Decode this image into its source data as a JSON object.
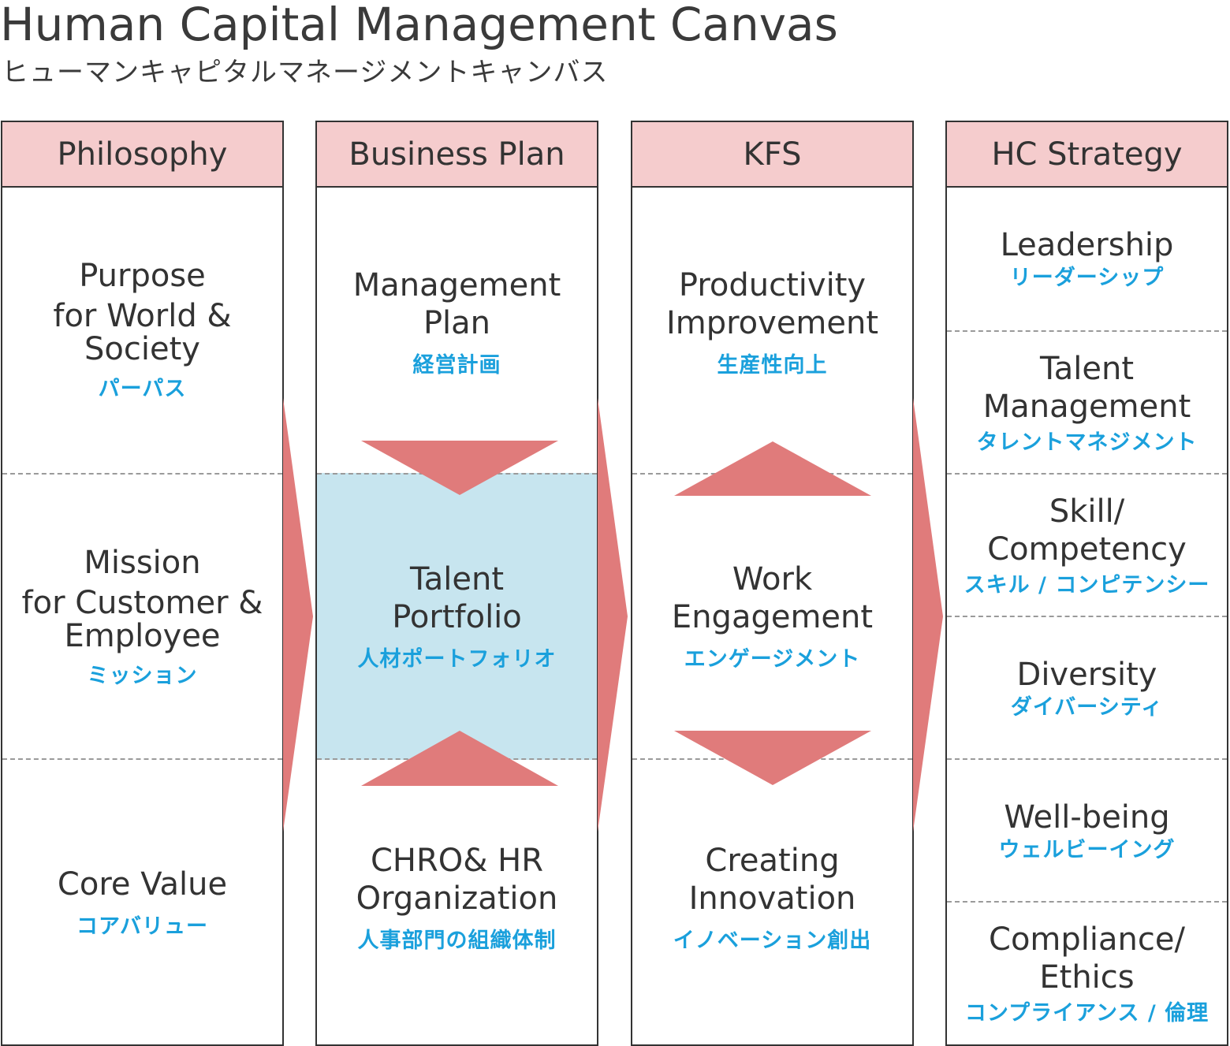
{
  "title": "Human Capital Management Canvas",
  "subtitle": "ヒューマンキャピタルマネージメントキャンバス",
  "colors": {
    "header_bg": "#f5cccd",
    "arrow": "#e07b7b",
    "highlight": "#c7e5ef",
    "japanese_text": "#1aa0dc",
    "text": "#333333"
  },
  "columns": [
    {
      "header": "Philosophy",
      "cells": [
        {
          "en": [
            "Purpose",
            "for World & Society"
          ],
          "ja": "パーパス"
        },
        {
          "en": [
            "Mission",
            "for Customer & Employee"
          ],
          "ja": "ミッション"
        },
        {
          "en": [
            "Core Value"
          ],
          "ja": "コアバリュー"
        }
      ]
    },
    {
      "header": "Business Plan",
      "cells": [
        {
          "en": [
            "Management Plan"
          ],
          "ja": "経営計画"
        },
        {
          "en": [
            "Talent Portfolio"
          ],
          "ja": "人材ポートフォリオ"
        },
        {
          "en": [
            "CHRO& HR Organization"
          ],
          "ja": "人事部門の組織体制"
        }
      ]
    },
    {
      "header": "KFS",
      "cells": [
        {
          "en": [
            "Productivity Improvement"
          ],
          "ja": "生産性向上"
        },
        {
          "en": [
            "Work Engagement"
          ],
          "ja": "エンゲージメント"
        },
        {
          "en": [
            "Creating Innovation"
          ],
          "ja": "イノベーション創出"
        }
      ]
    },
    {
      "header": "HC Strategy",
      "cells": [
        {
          "en": [
            "Leadership"
          ],
          "ja": "リーダーシップ"
        },
        {
          "en": [
            "Talent Management"
          ],
          "ja": "タレントマネジメント"
        },
        {
          "en": [
            "Skill/ Competency"
          ],
          "ja": "スキル / コンピテンシー"
        },
        {
          "en": [
            "Diversity"
          ],
          "ja": "ダイバーシティ"
        },
        {
          "en": [
            "Well-being"
          ],
          "ja": "ウェルビーイング"
        },
        {
          "en": [
            "Compliance/ Ethics"
          ],
          "ja": "コンプライアンス / 倫理"
        }
      ]
    }
  ]
}
